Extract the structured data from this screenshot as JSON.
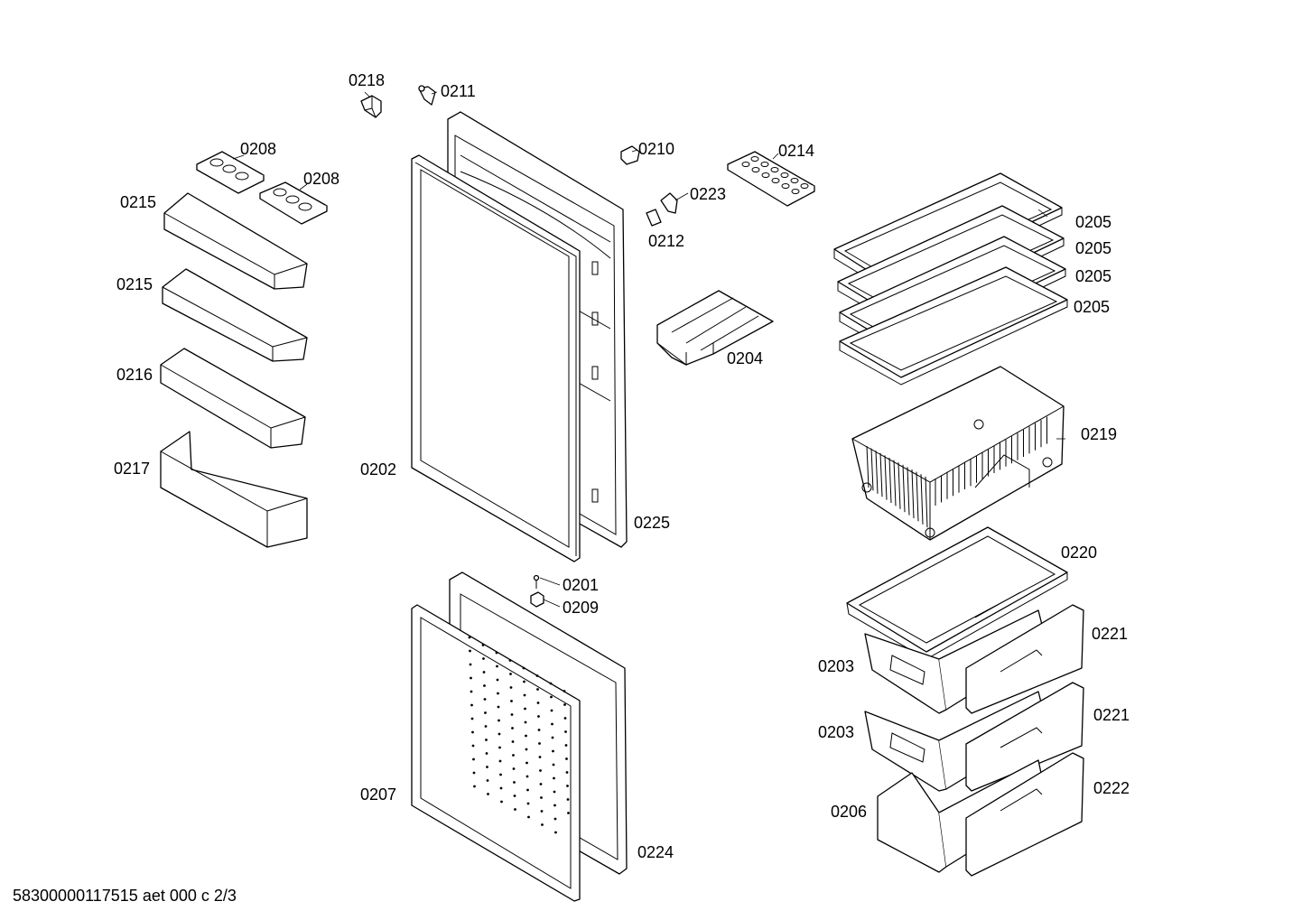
{
  "labels": {
    "p0218": "0218",
    "p0211": "0211",
    "p0208a": "0208",
    "p0208b": "0208",
    "p0215a": "0215",
    "p0215b": "0215",
    "p0216": "0216",
    "p0217": "0217",
    "p0202": "0202",
    "p0225": "0225",
    "p0210": "0210",
    "p0214": "0214",
    "p0223": "0223",
    "p0212": "0212",
    "p0204": "0204",
    "p0205a": "0205",
    "p0205b": "0205",
    "p0205c": "0205",
    "p0205d": "0205",
    "p0219": "0219",
    "p0220": "0220",
    "p0201": "0201",
    "p0209": "0209",
    "p0207": "0207",
    "p0224": "0224",
    "p0221a": "0221",
    "p0221b": "0221",
    "p0203a": "0203",
    "p0203b": "0203",
    "p0206": "0206",
    "p0222": "0222"
  },
  "footer": {
    "code": "58300000117515 aet 000 c 2/3"
  }
}
